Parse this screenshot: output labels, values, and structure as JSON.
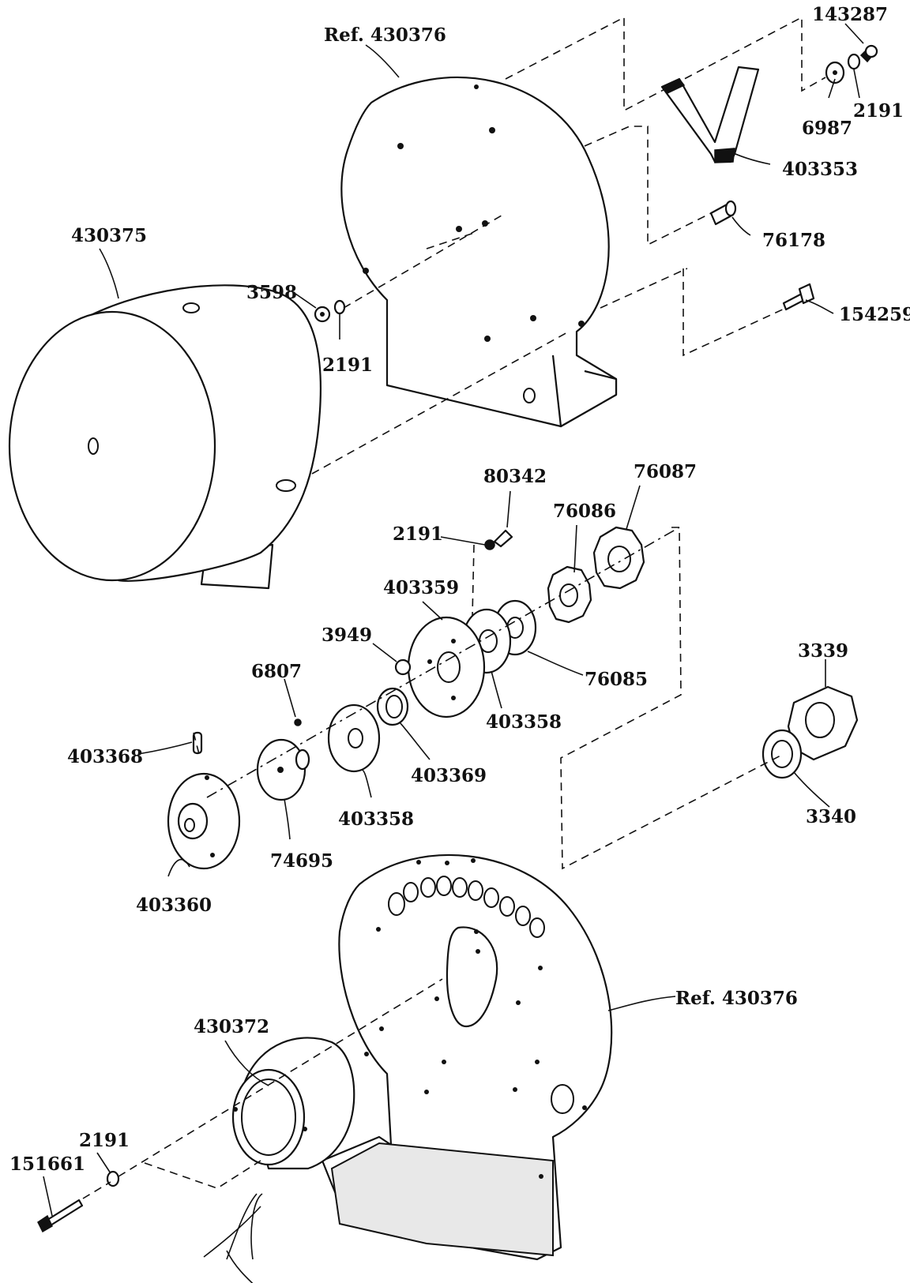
{
  "labels": {
    "ref_top": "Ref. 430376",
    "ref_bottom": "Ref. 430376",
    "p143287": "143287",
    "p6987": "6987",
    "p2191_a": "2191",
    "p403353": "403353",
    "p76178": "76178",
    "p154259": "154259",
    "p430375": "430375",
    "p3598": "3598",
    "p2191_b": "2191",
    "p80342": "80342",
    "p2191_c": "2191",
    "p76087": "76087",
    "p76086": "76086",
    "p403359": "403359",
    "p3949": "3949",
    "p76085": "76085",
    "p403358_a": "403358",
    "p6807": "6807",
    "p403368": "403368",
    "p403369": "403369",
    "p403358_b": "403358",
    "p74695": "74695",
    "p403360": "403360",
    "p3339": "3339",
    "p3340": "3340",
    "p430372": "430372",
    "p151661": "151661",
    "p2191_d": "2191"
  }
}
